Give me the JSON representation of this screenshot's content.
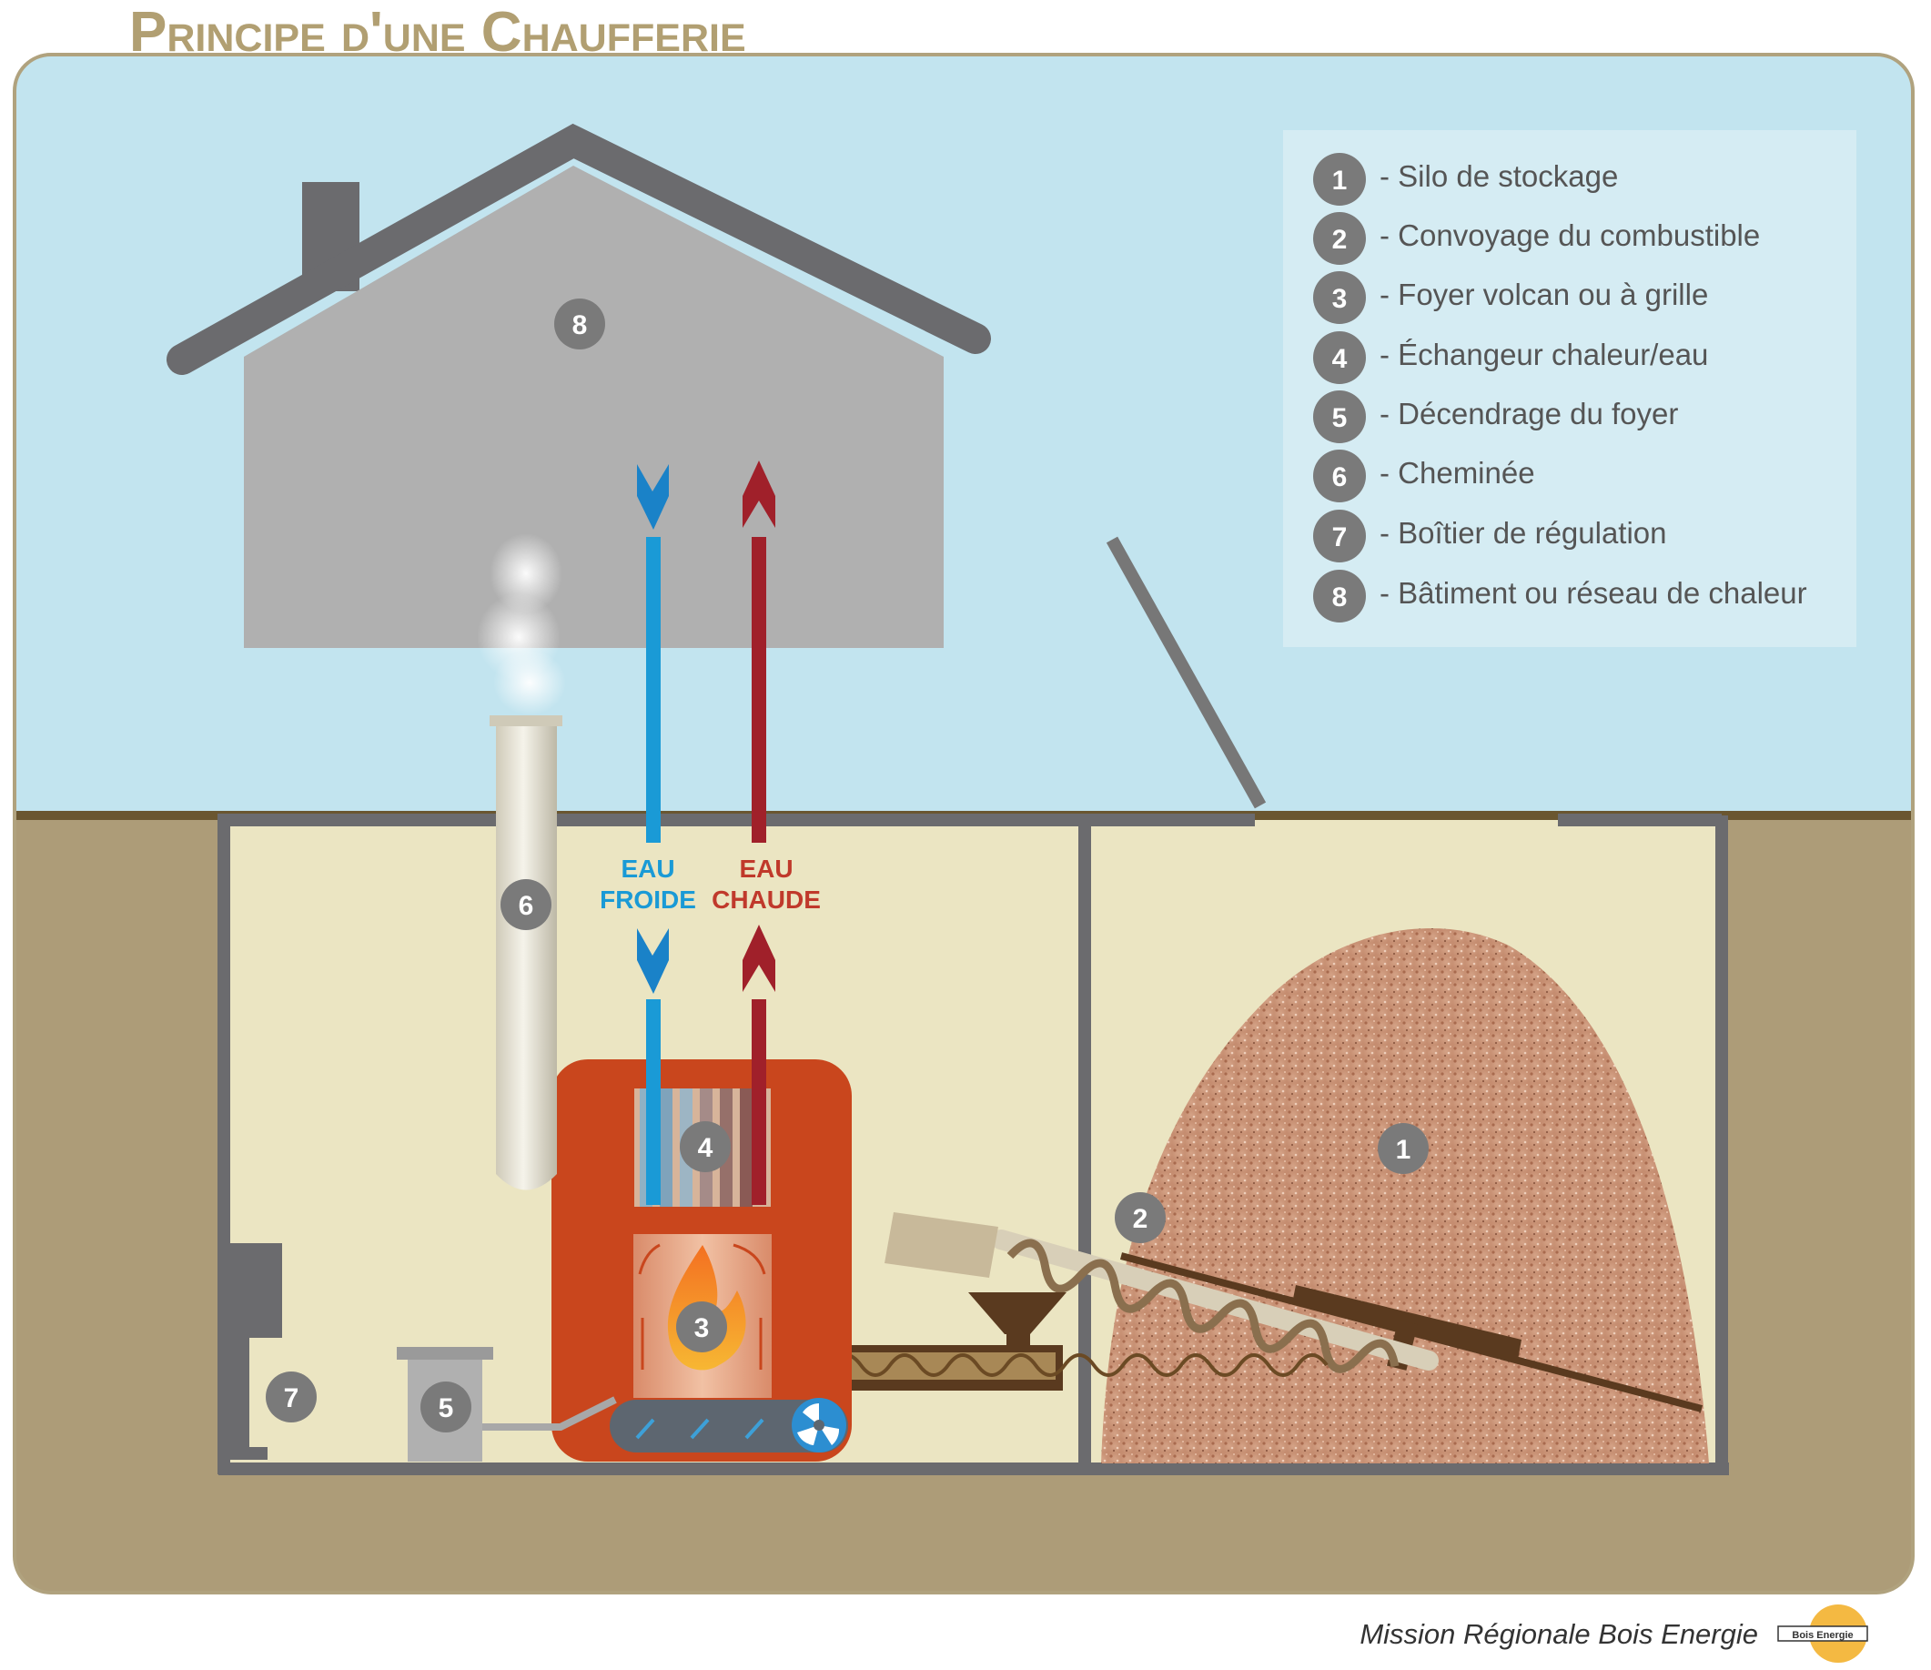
{
  "title": "Principe d'une Chaufferie",
  "legend": [
    {
      "number": "1",
      "label": "- Silo de stockage"
    },
    {
      "number": "2",
      "label": "- Convoyage du combustible"
    },
    {
      "number": "3",
      "label": "- Foyer volcan ou à grille"
    },
    {
      "number": "4",
      "label": "- Échangeur chaleur/eau"
    },
    {
      "number": "5",
      "label": "- Décendrage du foyer"
    },
    {
      "number": "6",
      "label": "- Cheminée"
    },
    {
      "number": "7",
      "label": "- Boîtier de régulation"
    },
    {
      "number": "8",
      "label": "- Bâtiment ou réseau de chaleur"
    }
  ],
  "markers": {
    "silo": "1",
    "conveyor": "2",
    "furnace": "3",
    "exchanger": "4",
    "ash": "5",
    "chimney": "6",
    "controller": "7",
    "building": "8"
  },
  "flows": {
    "cold": {
      "line1": "EAU",
      "line2": "FROIDE",
      "color": "#1a9ad6"
    },
    "hot": {
      "line1": "EAU",
      "line2": "CHAUDE",
      "color": "#c0392b"
    }
  },
  "footer": {
    "credit": "Mission Régionale Bois Energie",
    "logo_text": "Bois Energie"
  },
  "colors": {
    "sky": "#c2e4ef",
    "ground": "#ad9c78",
    "room": "#ebe5c2",
    "boiler": "#c9461d",
    "house": "#b0b0b0",
    "roof": "#6b6b6e",
    "badge": "#7a7a7a",
    "title": "#b19f72"
  }
}
